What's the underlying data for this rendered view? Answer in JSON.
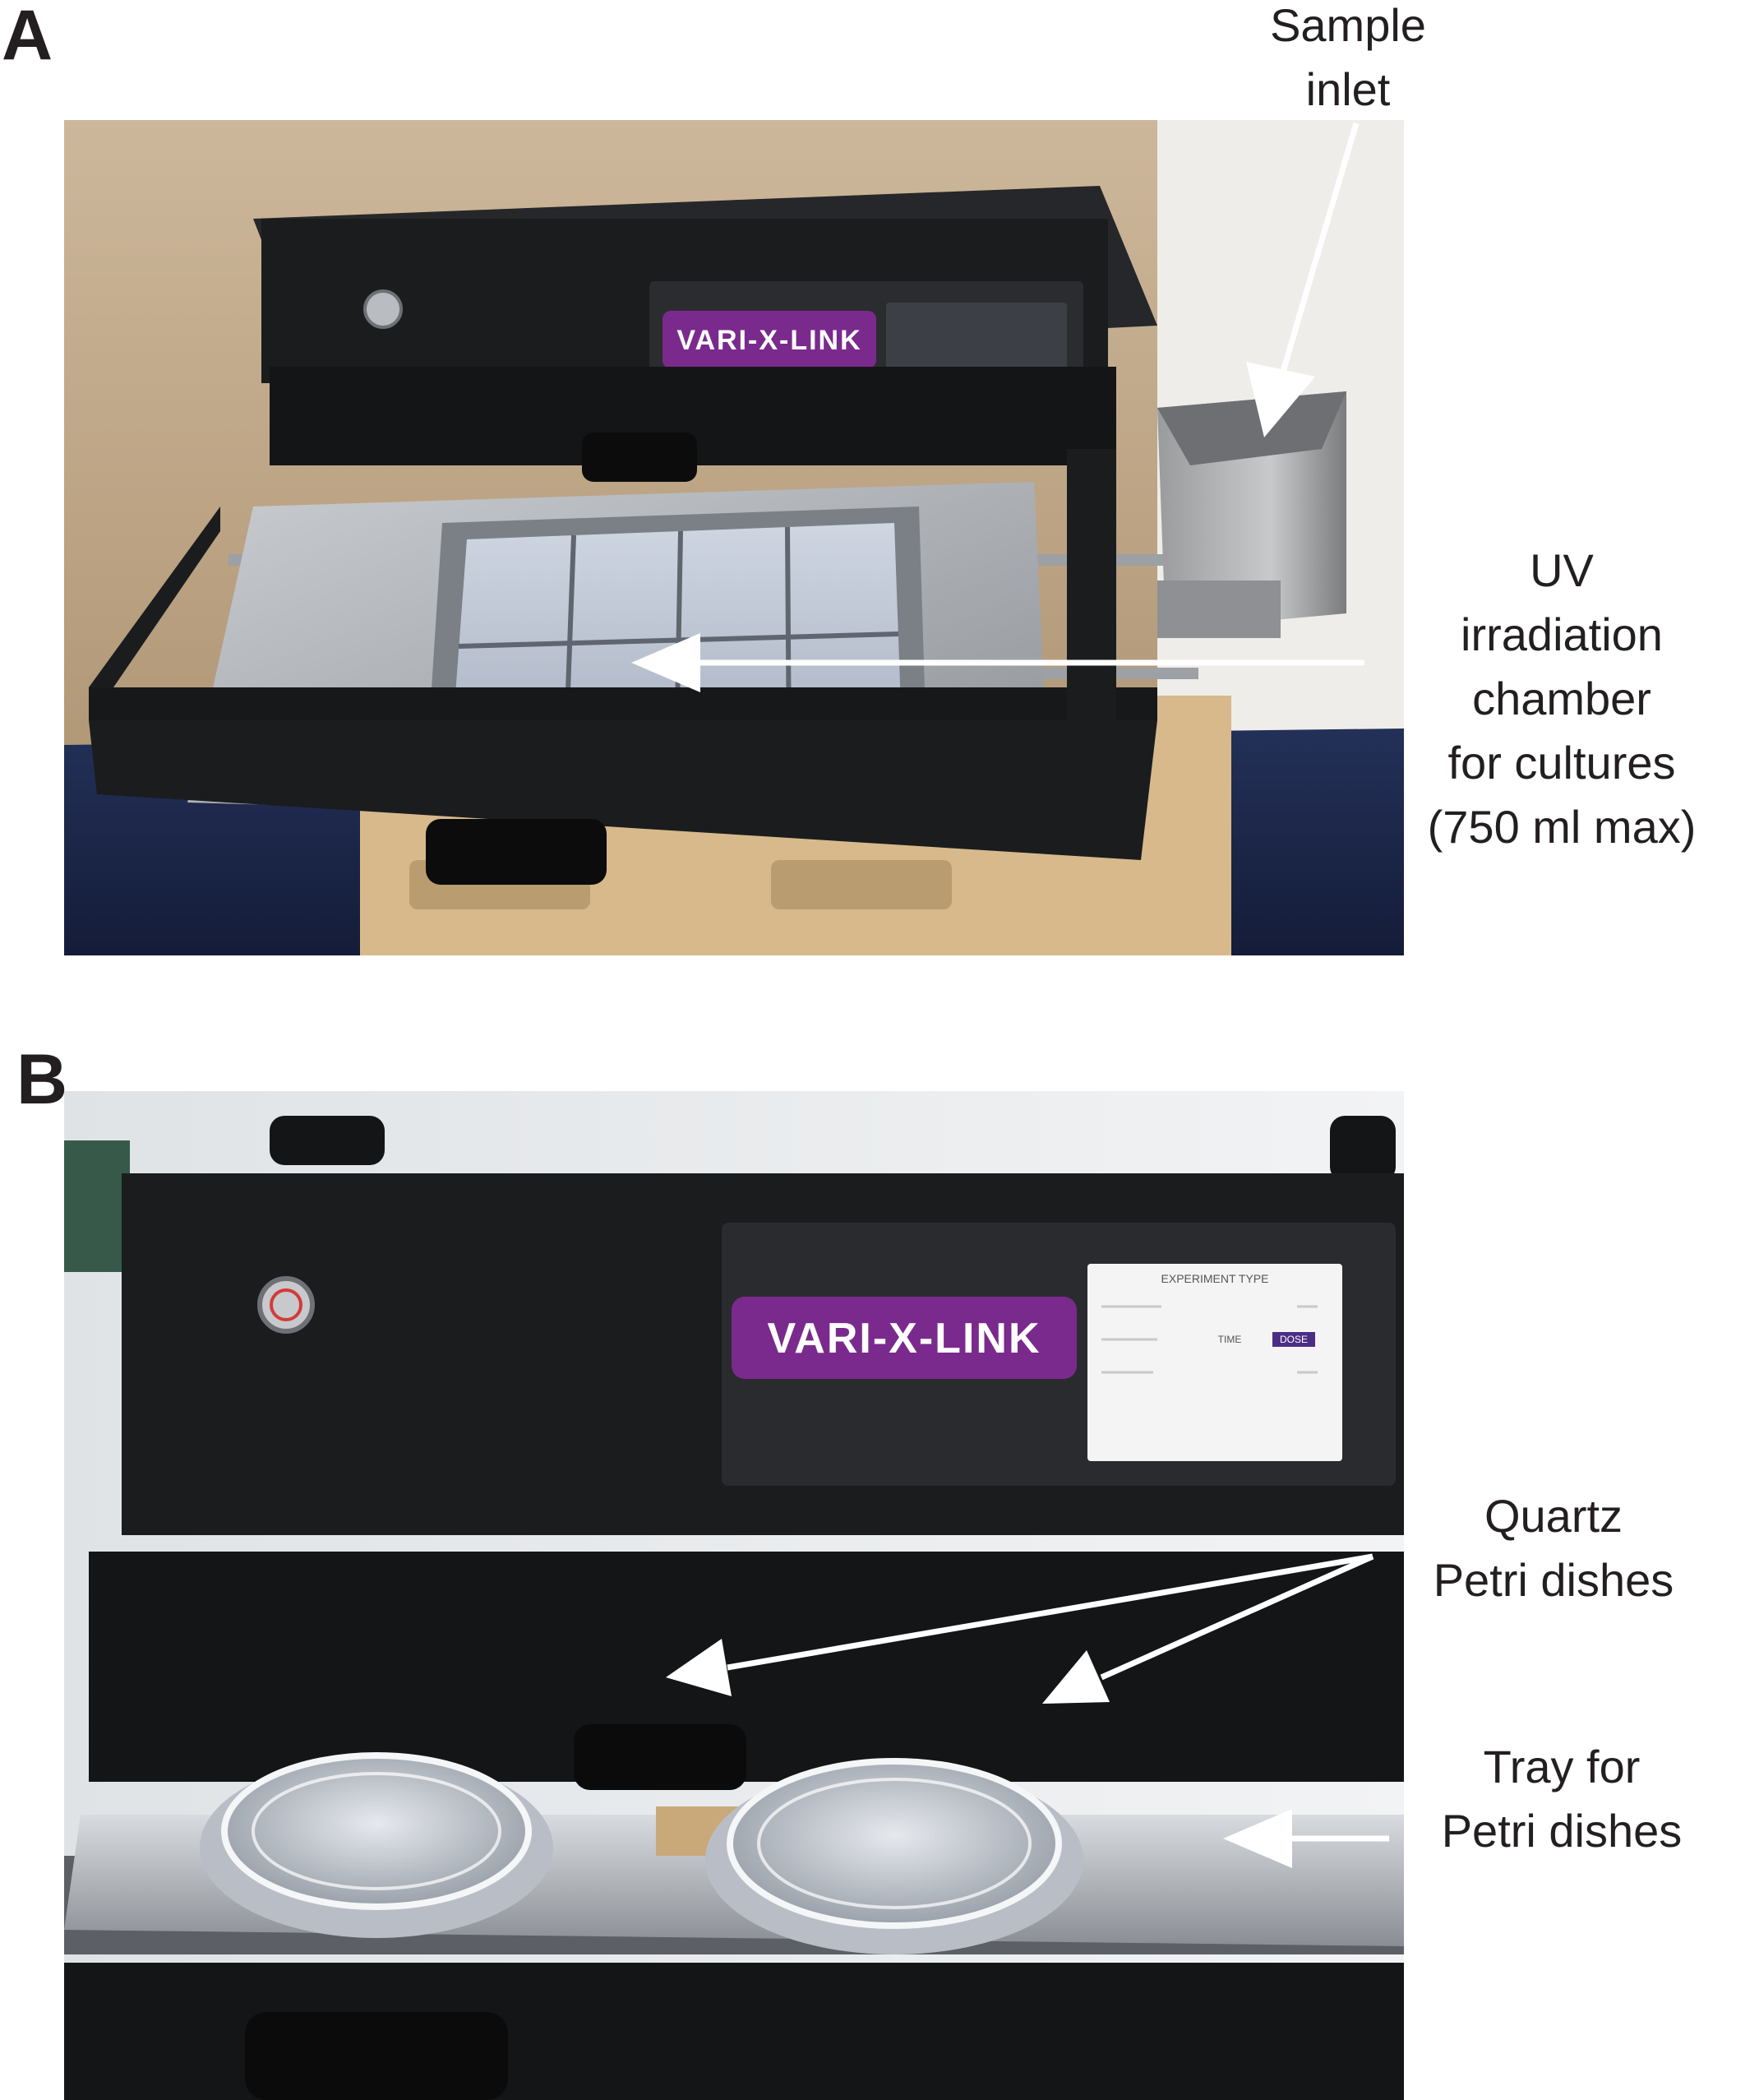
{
  "panels": [
    {
      "letter": "A",
      "brand": "VARI-X-LINK",
      "labels": [
        {
          "lines": [
            "Sample",
            "inlet"
          ]
        },
        {
          "lines": [
            "UV",
            "irradiation",
            "chamber",
            "for cultures",
            "(750 ml max)"
          ]
        }
      ]
    },
    {
      "letter": "B",
      "brand": "VARI-X-LINK",
      "screen": {
        "title": "EXPERIMENT TYPE",
        "time_label": "TIME",
        "dose_label": "DOSE"
      },
      "labels": [
        {
          "lines": [
            "Quartz",
            "Petri dishes"
          ]
        },
        {
          "lines": [
            "Tray for",
            "Petri dishes"
          ]
        }
      ]
    }
  ],
  "colors": {
    "brand_purple": "#7a2a8c",
    "device_black": "#1b1c1e",
    "arrow": "#ffffff",
    "label_text": "#231f20"
  }
}
